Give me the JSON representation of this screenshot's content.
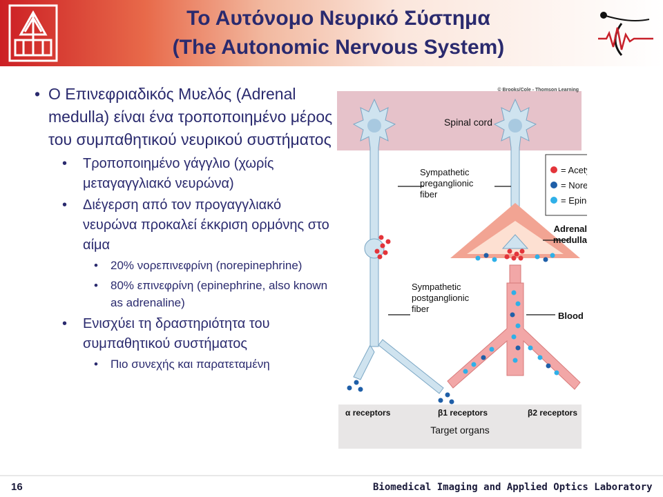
{
  "header": {
    "title_line1": "Το Αυτόνομο Νευρικό Σύστημα",
    "title_line2": "(The Autonomic Nervous System)",
    "left_logo_icon": "university-tree-logo",
    "right_logo_icon": "lab-signal-logo"
  },
  "bullets": {
    "b1": "Ο Επινεφριαδικός Μυελός (Adrenal medulla) είναι ένα τροποποιημένο μέρος του συμπαθητικού νευρικού συστήματος",
    "b1_sub1": "Τροποποιημένο γάγγλιο (χωρίς μεταγαγγλιακό νευρώνα)",
    "b1_sub2": "Διέγερση από τον προγαγγλιακό νευρώνα προκαλεί έκκριση ορμόνης στο αίμα",
    "b1_sub2_a": "20% νορεπινεφρίνη (norepinephrine)",
    "b1_sub2_b": "80% επινεφρίνη (epinephrine, also known as adrenaline)",
    "b2": "Ενισχύει τη δραστηριότητα του συμπαθητικού συστήματος",
    "b2_sub1": "Πιο συνεχής και παρατεταμένη"
  },
  "chart_data": {
    "type": "diagram",
    "copyright": "© Brooks/Cole - Thomson Learning",
    "labels": {
      "spinal_cord": "Spinal cord",
      "preganglionic": "Sympathetic preganglionic fiber",
      "postganglionic": "Sympathetic postganglionic fiber",
      "adrenal_medulla": "Adrenal medulla",
      "blood": "Blood",
      "alpha_receptors": "α receptors",
      "beta1_receptors": "β1 receptors",
      "beta2_receptors": "β2 receptors",
      "target_organs": "Target organs"
    },
    "legend": [
      {
        "label": "= Acetylcholine",
        "color": "#e3343a"
      },
      {
        "label": "= Norepinephrine",
        "color": "#1f5fa8"
      },
      {
        "label": "= Epinephrine",
        "color": "#2fb0e8"
      }
    ],
    "colors": {
      "spinal_band": "#e6c2ca",
      "neuron_fill": "#cfe3ef",
      "neuron_stroke": "#7aa6c4",
      "medulla_fill": "#fde0d2",
      "medulla_border": "#f2a493",
      "blood_vessel": "#f2a7a7",
      "target_band": "#e8e6e6"
    }
  },
  "footer": {
    "page_number": "16",
    "lab_name": "Biomedical Imaging and Applied Optics Laboratory"
  }
}
